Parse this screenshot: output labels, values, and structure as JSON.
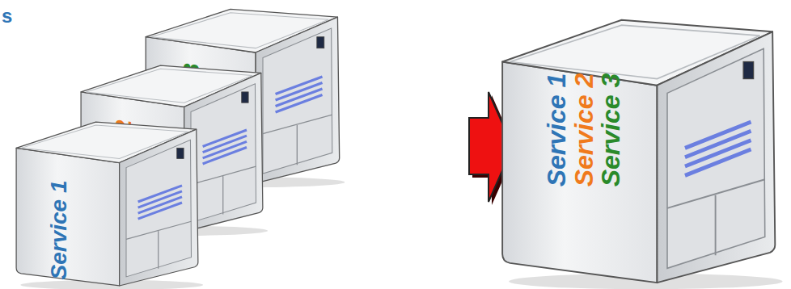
{
  "diagram": {
    "nodes": [
      {
        "text": [
          "Service 1"
        ]
      },
      {
        "text": [
          "Service 2"
        ]
      },
      {
        "text": [
          "Service 3"
        ]
      },
      {
        "text": [
          "Service 1",
          "Service 2",
          "Service 3"
        ]
      }
    ],
    "labels": [
      "s"
    ]
  }
}
